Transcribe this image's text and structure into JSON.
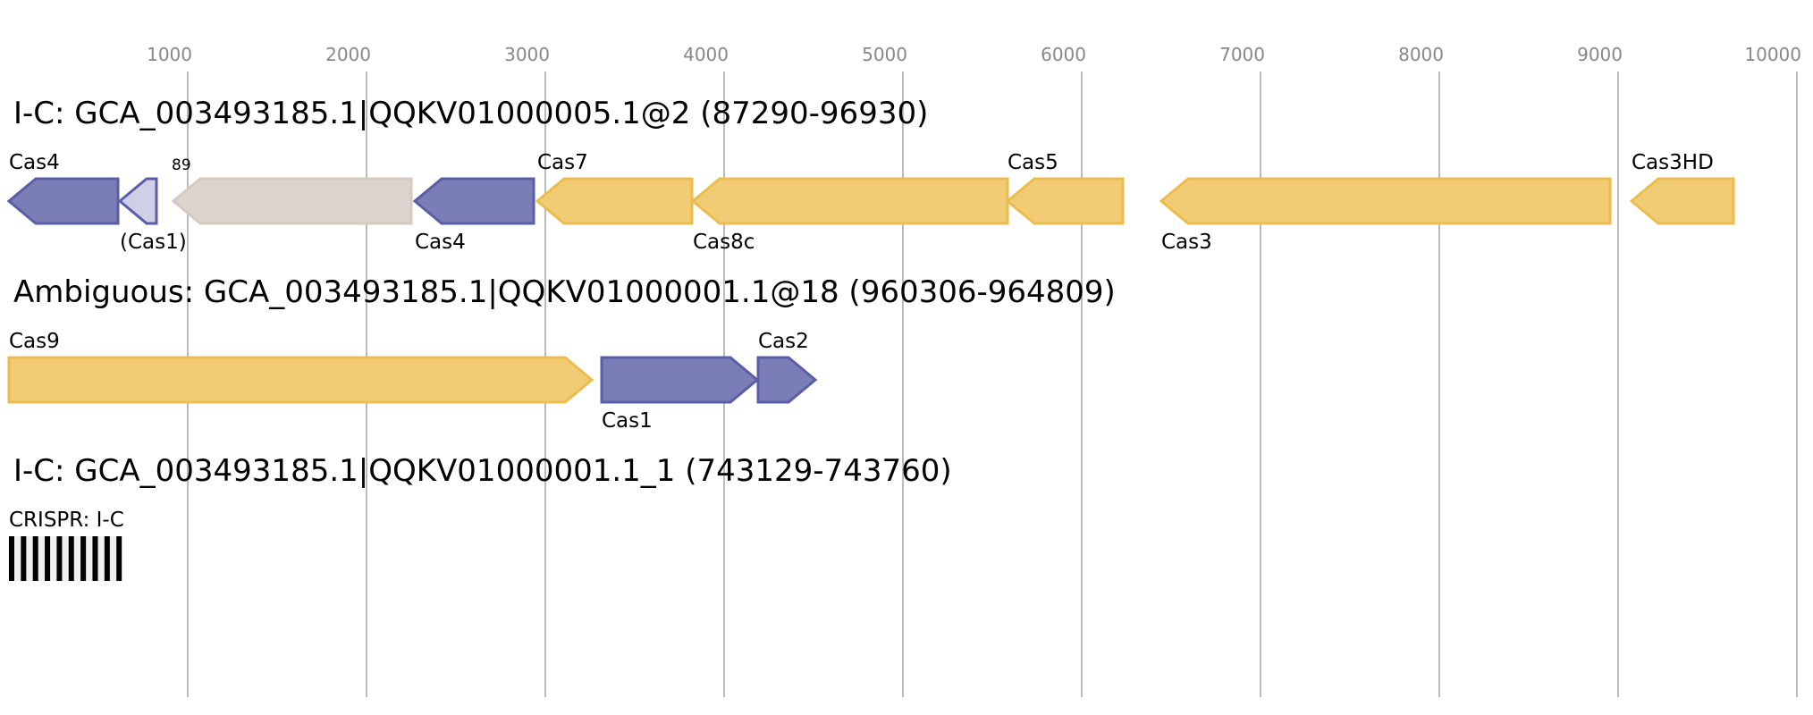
{
  "axis": {
    "ticks": [
      1000,
      2000,
      3000,
      4000,
      5000,
      6000,
      7000,
      8000,
      9000,
      10000
    ],
    "range_bp": [
      0,
      10000
    ]
  },
  "colors": {
    "purple": {
      "fill": "#7b7db6",
      "stroke": "#5a5ea8"
    },
    "purple_light": {
      "fill": "#cfd0e6",
      "stroke": "#5a5ea8"
    },
    "beige": {
      "fill": "#ddd4cf",
      "stroke": "#d6c9c0"
    },
    "yellow": {
      "fill": "#f1cc74",
      "stroke": "#ecbc4c"
    },
    "crispr_bar": "#000000",
    "crispr_spacer": "#f0f0f0"
  },
  "loci": [
    {
      "title": "I-C: GCA_003493185.1|QQKV01000005.1@2 (87290-96930)",
      "genes": [
        {
          "label": "Cas4",
          "start": 0,
          "end": 610,
          "strand": "-",
          "color": "purple",
          "label_pos": "above"
        },
        {
          "label": "(Cas1)",
          "start": 620,
          "end": 825,
          "strand": "-",
          "color": "purple_light",
          "label_pos": "below"
        },
        {
          "label": "89",
          "start": 920,
          "end": 2250,
          "strand": "-",
          "color": "beige",
          "label_pos": "above",
          "small": true
        },
        {
          "label": "Cas4",
          "start": 2270,
          "end": 2935,
          "strand": "-",
          "color": "purple",
          "label_pos": "below"
        },
        {
          "label": "Cas7",
          "start": 2955,
          "end": 3820,
          "strand": "-",
          "color": "yellow",
          "label_pos": "above"
        },
        {
          "label": "Cas8c",
          "start": 3825,
          "end": 5585,
          "strand": "-",
          "color": "yellow",
          "label_pos": "below"
        },
        {
          "label": "Cas5",
          "start": 5585,
          "end": 6230,
          "strand": "-",
          "color": "yellow",
          "label_pos": "above"
        },
        {
          "label": "Cas3",
          "start": 6445,
          "end": 8955,
          "strand": "-",
          "color": "yellow",
          "label_pos": "below"
        },
        {
          "label": "Cas3HD",
          "start": 9075,
          "end": 9645,
          "strand": "-",
          "color": "yellow",
          "label_pos": "above"
        }
      ]
    },
    {
      "title": "Ambiguous: GCA_003493185.1|QQKV01000001.1@18 (960306-964809)",
      "genes": [
        {
          "label": "Cas9",
          "start": 0,
          "end": 3260,
          "strand": "+",
          "color": "yellow",
          "label_pos": "above"
        },
        {
          "label": "Cas1",
          "start": 3315,
          "end": 4185,
          "strand": "+",
          "color": "purple",
          "label_pos": "below"
        },
        {
          "label": "Cas2",
          "start": 4190,
          "end": 4510,
          "strand": "+",
          "color": "purple",
          "label_pos": "above"
        }
      ]
    },
    {
      "title": "I-C: GCA_003493185.1|QQKV01000001.1_1 (743129-743760)",
      "crispr": {
        "label": "CRISPR: I-C",
        "repeats": 10,
        "start": 0,
        "end": 631
      }
    }
  ]
}
